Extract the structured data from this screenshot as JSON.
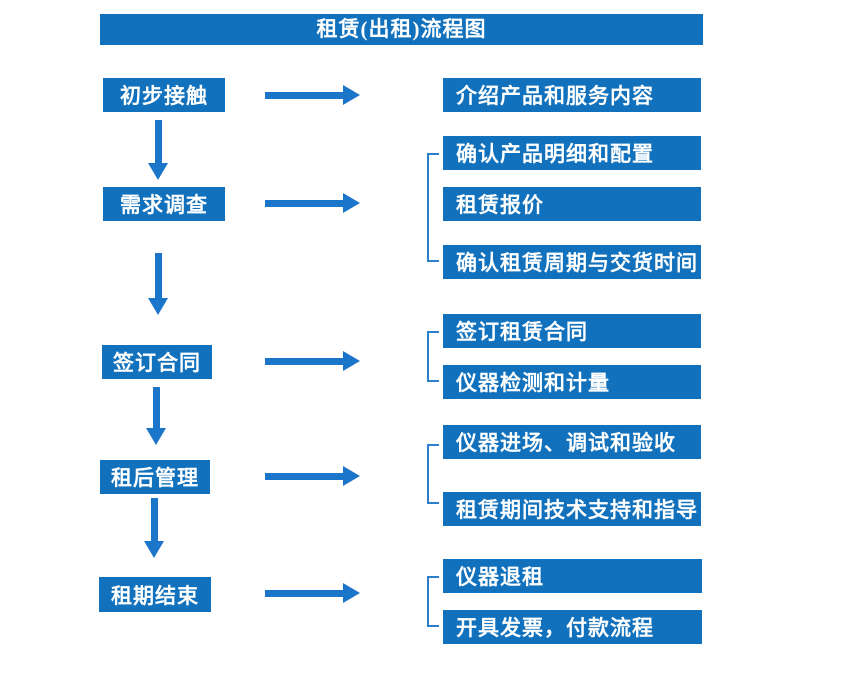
{
  "title": "租赁(出租)流程图",
  "colors": {
    "accent": "#1271BC",
    "arrow": "#1B76C9",
    "bracket": "#2B7EC9",
    "text": "#FFFFFF",
    "background": "#FFFFFF"
  },
  "flow": {
    "steps": [
      {
        "label": "初步接触",
        "outputs": [
          "介绍产品和服务内容"
        ]
      },
      {
        "label": "需求调查",
        "outputs": [
          "确认产品明细和配置",
          "租赁报价",
          "确认租赁周期与交货时间"
        ]
      },
      {
        "label": "签订合同",
        "outputs": [
          "签订租赁合同",
          "仪器检测和计量"
        ]
      },
      {
        "label": "租后管理",
        "outputs": [
          "仪器进场、调试和验收",
          "租赁期间技术支持和指导"
        ]
      },
      {
        "label": "租期结束",
        "outputs": [
          "仪器退租",
          "开具发票，付款流程"
        ]
      }
    ]
  }
}
